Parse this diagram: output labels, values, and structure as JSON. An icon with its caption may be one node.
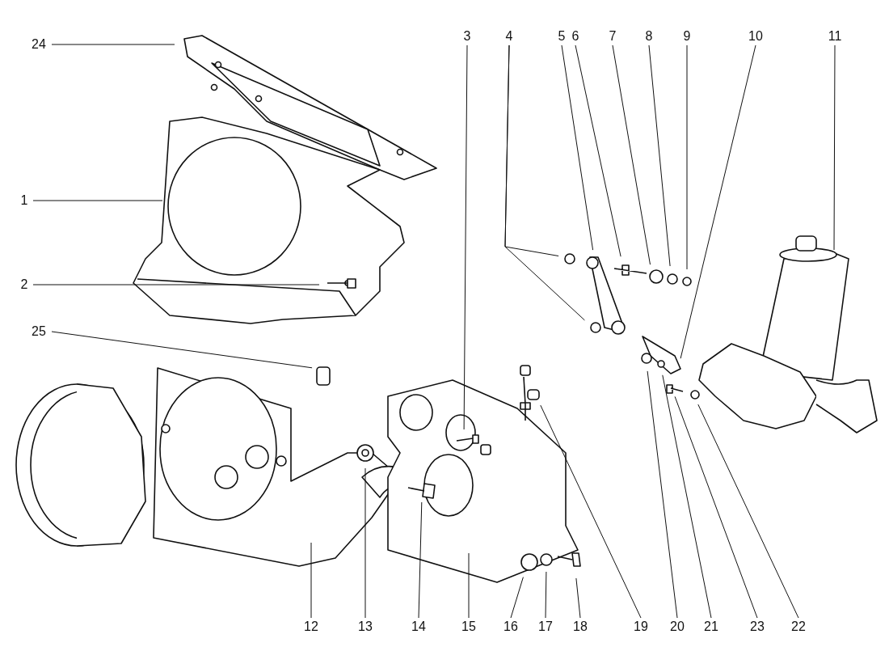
{
  "diagram": {
    "nodes": [
      {
        "text": [
          "24"
        ]
      },
      {
        "text": [
          "3"
        ]
      },
      {
        "text": [
          "4"
        ]
      },
      {
        "text": [
          "5"
        ]
      },
      {
        "text": [
          "6"
        ]
      },
      {
        "text": [
          "7"
        ]
      },
      {
        "text": [
          "8"
        ]
      },
      {
        "text": [
          "9"
        ]
      },
      {
        "text": [
          "10"
        ]
      },
      {
        "text": [
          "11"
        ]
      },
      {
        "text": [
          "1"
        ]
      },
      {
        "text": [
          "2"
        ]
      },
      {
        "text": [
          "25"
        ]
      },
      {
        "text": [
          "12"
        ]
      },
      {
        "text": [
          "13"
        ]
      },
      {
        "text": [
          "14"
        ]
      },
      {
        "text": [
          "15"
        ]
      },
      {
        "text": [
          "16"
        ]
      },
      {
        "text": [
          "17"
        ]
      },
      {
        "text": [
          "18"
        ]
      },
      {
        "text": [
          "19"
        ]
      },
      {
        "text": [
          "20"
        ]
      },
      {
        "text": [
          "21"
        ]
      },
      {
        "text": [
          "23"
        ]
      },
      {
        "text": [
          "22"
        ]
      }
    ],
    "edges": [
      {
        "from": 0,
        "to": null,
        "arrow": "none"
      },
      {
        "from": 1,
        "to": null,
        "arrow": "none"
      },
      {
        "from": 2,
        "to": null,
        "arrow": "none"
      },
      {
        "from": 2,
        "to": null,
        "arrow": "none"
      },
      {
        "from": 3,
        "to": null,
        "arrow": "none"
      },
      {
        "from": 4,
        "to": null,
        "arrow": "none"
      },
      {
        "from": 5,
        "to": null,
        "arrow": "none"
      },
      {
        "from": 6,
        "to": null,
        "arrow": "none"
      },
      {
        "from": 7,
        "to": null,
        "arrow": "none"
      },
      {
        "from": 8,
        "to": null,
        "arrow": "none"
      },
      {
        "from": 9,
        "to": null,
        "arrow": "none"
      },
      {
        "from": 10,
        "to": null,
        "arrow": "none"
      },
      {
        "from": 11,
        "to": null,
        "arrow": "none"
      },
      {
        "from": 12,
        "to": null,
        "arrow": "none"
      },
      {
        "from": 13,
        "to": null,
        "arrow": "none"
      },
      {
        "from": 14,
        "to": null,
        "arrow": "none"
      },
      {
        "from": 15,
        "to": null,
        "arrow": "none"
      },
      {
        "from": 16,
        "to": null,
        "arrow": "none"
      },
      {
        "from": 17,
        "to": null,
        "arrow": "none"
      },
      {
        "from": 18,
        "to": null,
        "arrow": "none"
      },
      {
        "from": 19,
        "to": null,
        "arrow": "none"
      },
      {
        "from": 20,
        "to": null,
        "arrow": "none"
      },
      {
        "from": 21,
        "to": null,
        "arrow": "none"
      },
      {
        "from": 22,
        "to": null,
        "arrow": "none"
      },
      {
        "from": 23,
        "to": null,
        "arrow": "none"
      },
      {
        "from": 24,
        "to": null,
        "arrow": "none"
      }
    ]
  }
}
